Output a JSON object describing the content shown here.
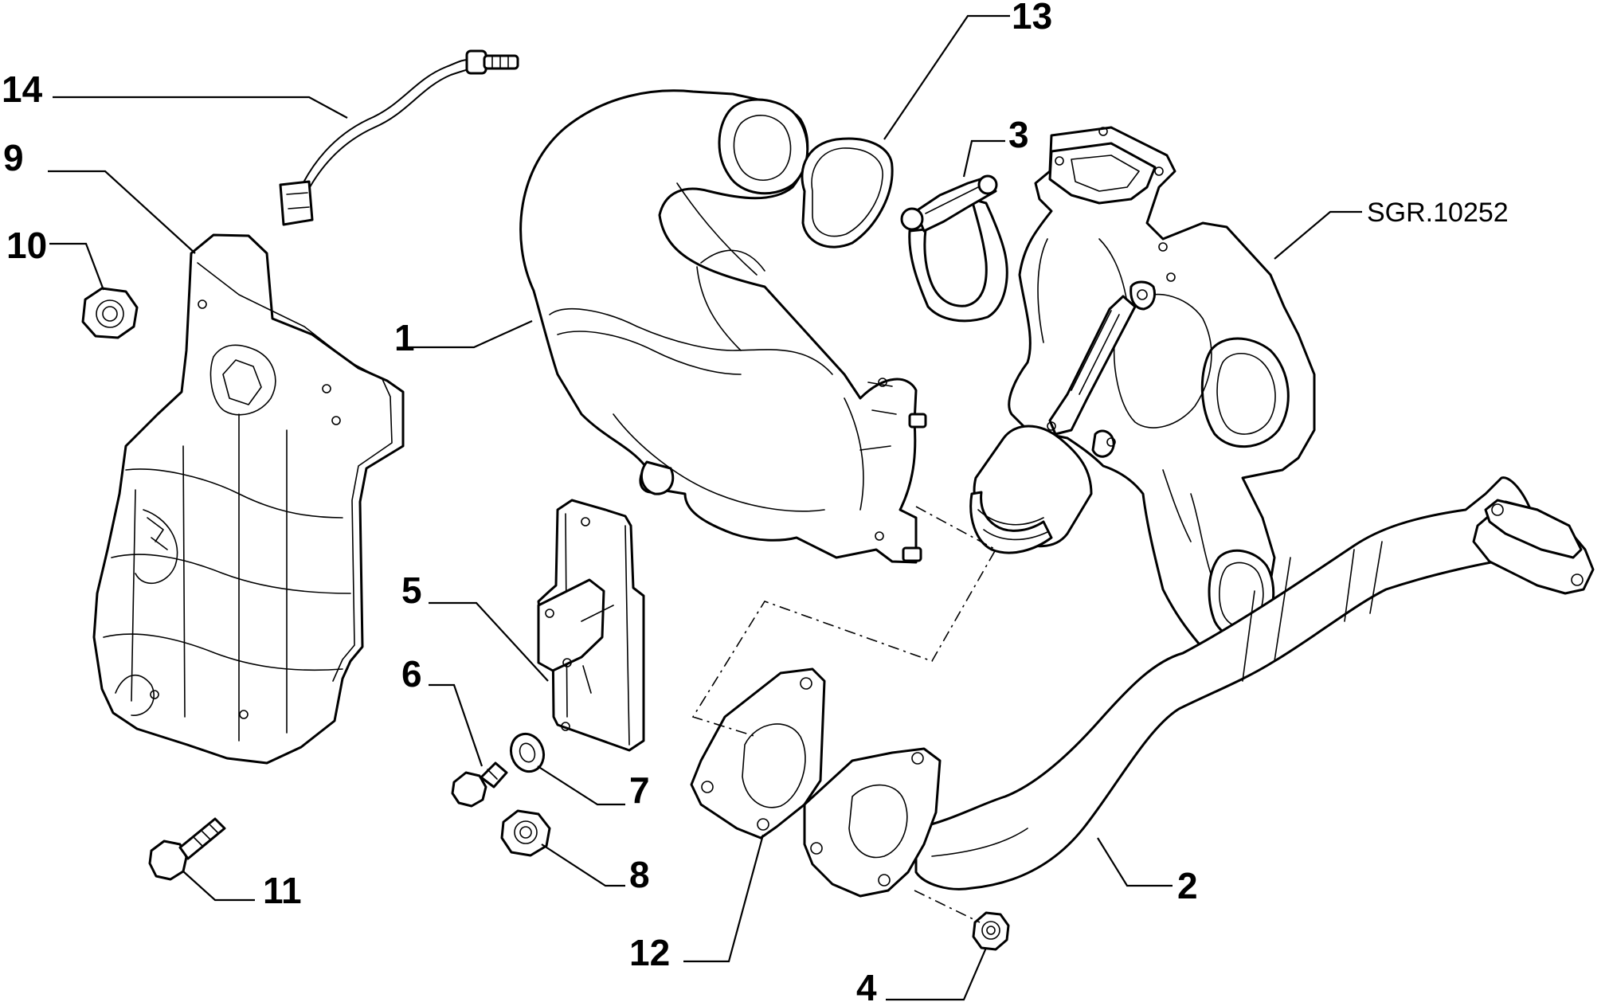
{
  "diagram_ref": "SGR.10252",
  "callouts": [
    "1",
    "2",
    "3",
    "4",
    "5",
    "6",
    "7",
    "8",
    "9",
    "10",
    "11",
    "12",
    "13",
    "14"
  ]
}
